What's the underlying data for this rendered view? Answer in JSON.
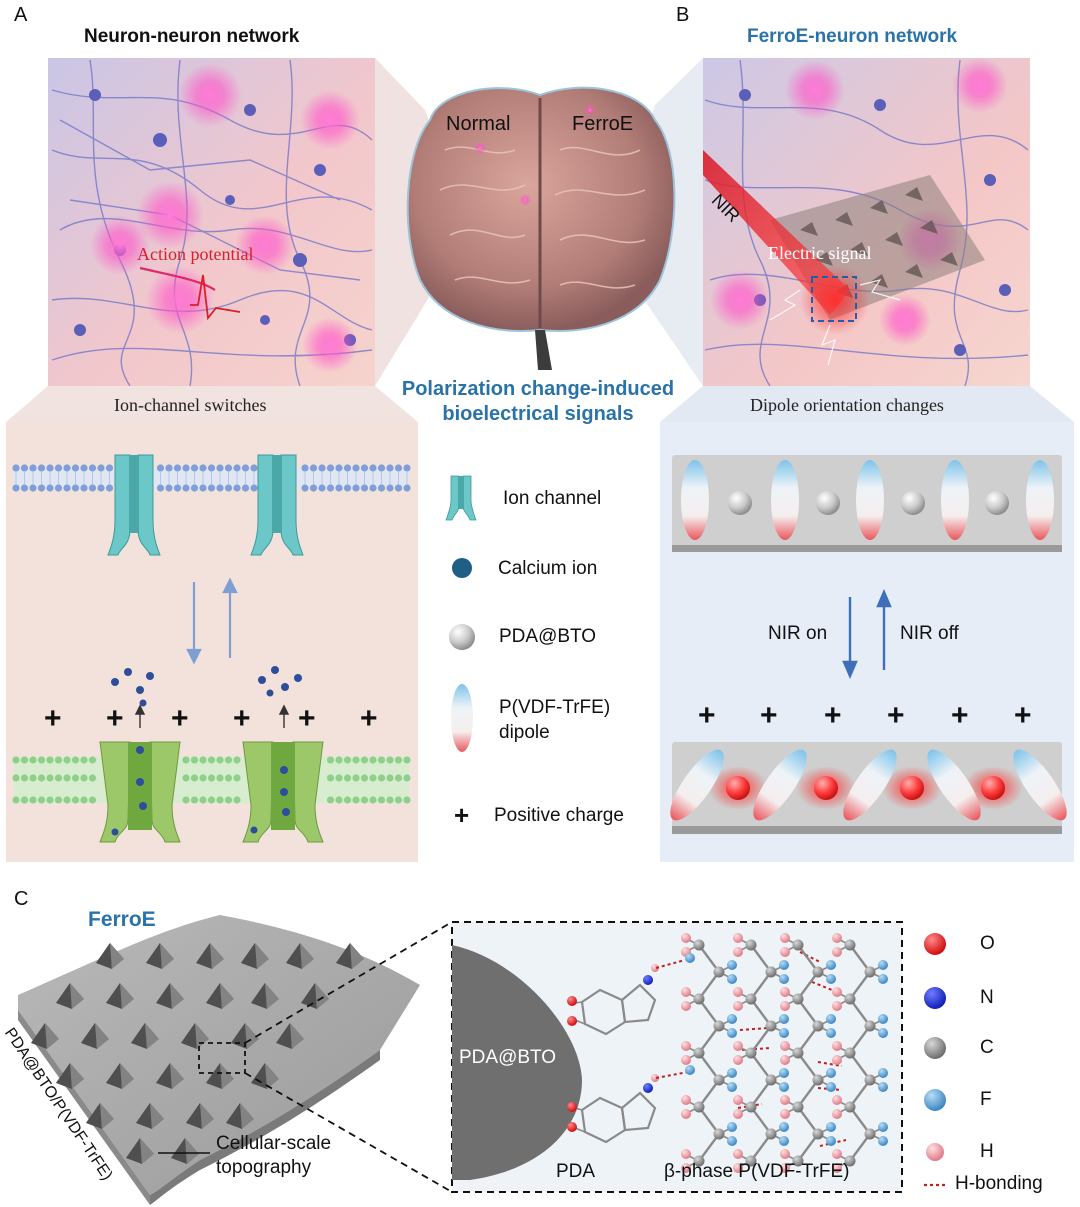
{
  "panel_letters": {
    "a": "A",
    "b": "B",
    "c": "C"
  },
  "panel_a": {
    "title": "Neuron-neuron network",
    "annotation": "Action potential",
    "caption": "Ion-channel switches"
  },
  "panel_b": {
    "title": "FerroE-neuron network",
    "nir_label": "NIR",
    "signal_label": "Electric signal",
    "caption": "Dipole orientation changes",
    "nir_on": "NIR on",
    "nir_off": "NIR off"
  },
  "brain": {
    "left_label": "Normal",
    "right_label": "FerroE"
  },
  "center": {
    "line1": "Polarization change-induced",
    "line2": "bioelectrical signals"
  },
  "legend_mid": {
    "ion_channel": "Ion channel",
    "calcium": "Calcium ion",
    "pda_bto": "PDA@BTO",
    "dipole_line1": "P(VDF-TrFE)",
    "dipole_line2": "dipole",
    "positive": "Positive charge"
  },
  "charge_symbol": "+",
  "panel_c": {
    "ferroe_label": "FerroE",
    "film_label": "PDA@BTO/P(VDF-TrFE)",
    "topo_line1": "Cellular-scale",
    "topo_line2": "topography",
    "sphere_label": "PDA@BTO",
    "pda_label": "PDA",
    "polymer_label": "β-phase P(VDF-TrFE)"
  },
  "legend_atoms": {
    "o": "O",
    "n": "N",
    "c": "C",
    "f": "F",
    "h": "H",
    "hb": "H-bonding"
  },
  "colors": {
    "accent_blue": "#2a73a8",
    "panel_pink_bg": "#f3e2dc",
    "panel_blue_bg": "#e6edf6",
    "oxygen": "#e02020",
    "nitrogen": "#1b2fd0",
    "carbon": "#8a8a8a",
    "fluorine": "#5fa2d8",
    "hydrogen": "#f0a0a8",
    "ion_channel_teal": "#6cc8c8",
    "ion_channel_green": "#9cc86a"
  }
}
